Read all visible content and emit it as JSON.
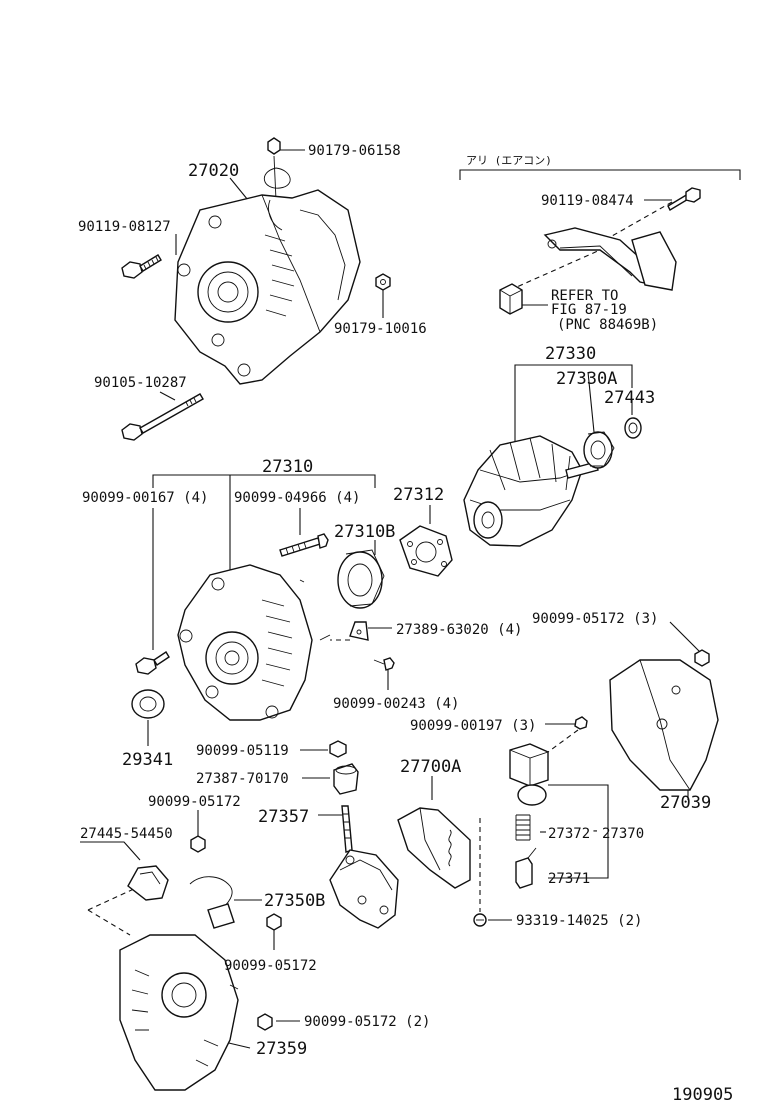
{
  "labels": {
    "p27020": "27020",
    "p90179_06158": "90179-06158",
    "p90119_08127": "90119-08127",
    "p90179_10016": "90179-10016",
    "aircon_note": "アリ (エアコン)",
    "p90119_08474": "90119-08474",
    "refer_line1": "REFER TO",
    "refer_line2": "FIG 87-19",
    "refer_line3": "(PNC 88469B)",
    "p27330": "27330",
    "p27330A": "27330A",
    "p27443": "27443",
    "p90105_10287": "90105-10287",
    "p27310": "27310",
    "p90099_00167": "90099-00167 (4)",
    "p90099_04966": "90099-04966 (4)",
    "p27312": "27312",
    "p27310B": "27310B",
    "p27389_63020": "27389-63020 (4)",
    "p90099_05172_3": "90099-05172 (3)",
    "p90099_00243": "90099-00243 (4)",
    "p29341": "29341",
    "p90099_00197": "90099-00197 (3)",
    "p90099_05119": "90099-05119",
    "p27387_70170": "27387-70170",
    "p27700A": "27700A",
    "p27039": "27039",
    "p90099_05172_a": "90099-05172",
    "p27357": "27357",
    "p27445_54450": "27445-54450",
    "p27372": "27372",
    "p27370": "27370",
    "p27371": "27371",
    "p27350B": "27350B",
    "p93319_14025": "93319-14025 (2)",
    "p90099_05172_b": "90099-05172",
    "p90099_05172_2": "90099-05172 (2)",
    "p27359": "27359",
    "drawing_number": "190905"
  }
}
